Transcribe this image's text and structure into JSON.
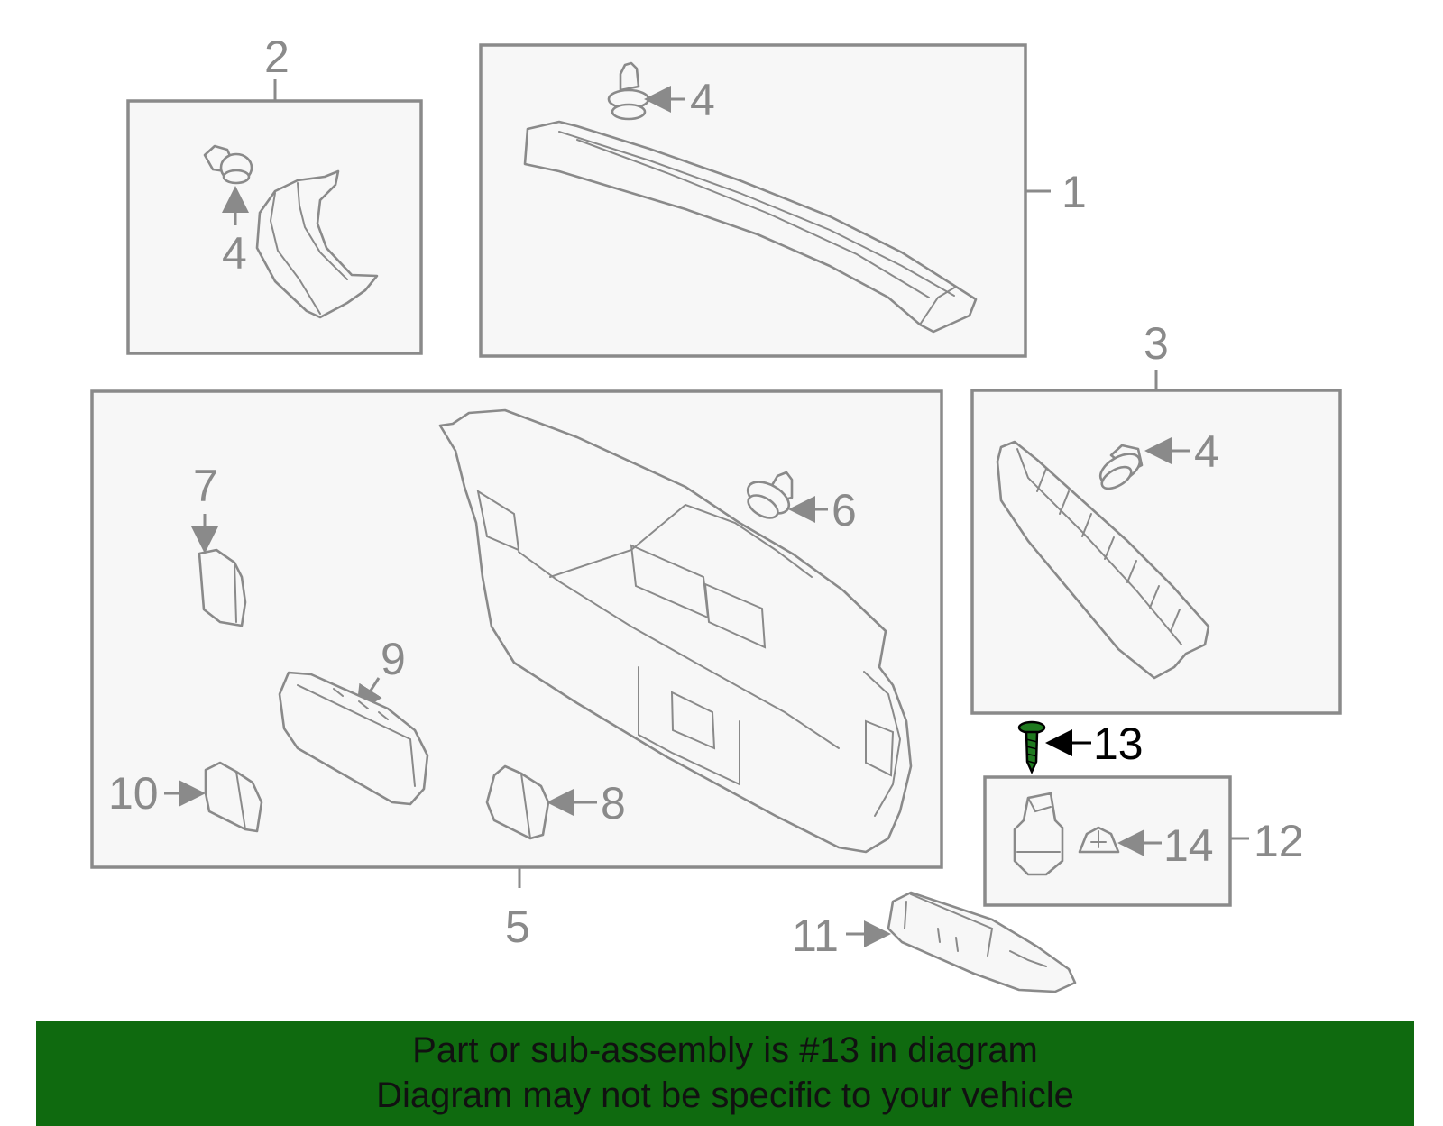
{
  "diagram": {
    "callouts": {
      "c1": "1",
      "c2": "2",
      "c3": "3",
      "c4a": "4",
      "c4b": "4",
      "c4c": "4",
      "c5": "5",
      "c6": "6",
      "c7": "7",
      "c8": "8",
      "c9": "9",
      "c10": "10",
      "c11": "11",
      "c12": "12",
      "c13": "13",
      "c14": "14"
    },
    "highlighted_part": "13",
    "colors": {
      "line": "#8a8a8a",
      "fill": "#f7f7f7",
      "highlight": "#000000",
      "highlight_part": "#1f7a1f"
    }
  },
  "banner": {
    "line1": "Part or sub-assembly is #13 in diagram",
    "line2": "Diagram may not be specific to your vehicle",
    "background": "#0f6a0f"
  }
}
